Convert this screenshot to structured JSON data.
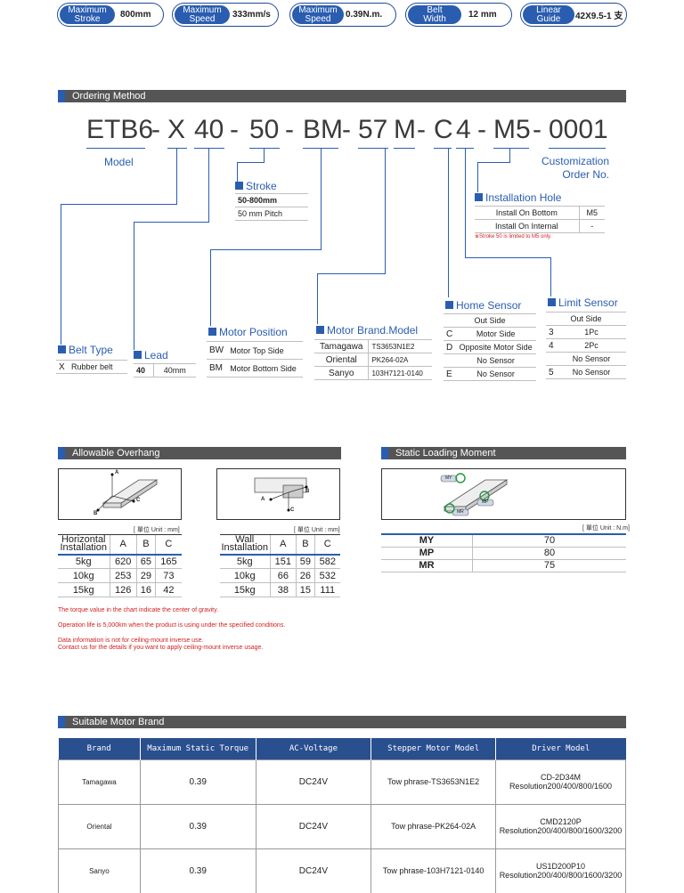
{
  "specs": [
    {
      "key_line1": "Maximum",
      "key_line2": "Stroke",
      "value": "800mm"
    },
    {
      "key_line1": "Maximum",
      "key_line2": "Speed",
      "value": "333mm/s"
    },
    {
      "key_line1": "Maximum",
      "key_line2": "Speed",
      "value": "0.39N.m."
    },
    {
      "key_line1": "Belt",
      "key_line2": "Width",
      "value": "12  mm"
    },
    {
      "key_line1": "Linear",
      "key_line2": "Guide",
      "value": "42X9.5-1 支"
    }
  ],
  "ordering": {
    "header": "Ordering Method",
    "code": [
      "ETB6",
      "-",
      "X",
      "40",
      "-",
      "50",
      "-",
      "BM",
      "-",
      "57",
      "M",
      "-",
      "C",
      "4",
      "-",
      "M5",
      "-",
      "0001"
    ],
    "model_label": "Model",
    "customization_line1": "Customization",
    "customization_line2": "Order No.",
    "stroke": {
      "title": "Stroke",
      "row1": "50-800mm",
      "row2": "50 mm Pitch"
    },
    "installation_hole": {
      "title": "Installation Hole",
      "rows": [
        [
          "Install On Bottom",
          "M5"
        ],
        [
          "Install On Internal",
          "-"
        ]
      ],
      "note": "※Stroke 50 is limited to M5 only."
    },
    "belt_type": {
      "title": "Belt Type",
      "code": "X",
      "desc": "Rubber belt"
    },
    "lead": {
      "title": "Lead",
      "code": "40",
      "desc": "40mm"
    },
    "motor_position": {
      "title": "Motor Position",
      "rows": [
        [
          "BW",
          "Motor Top Side"
        ],
        [
          "BM",
          "Motor Bottom Side"
        ]
      ]
    },
    "motor_brand": {
      "title_a": "Motor Brand",
      "title_b": "Model",
      "rows": [
        [
          "Tamagawa",
          "TS3653N1E2"
        ],
        [
          "Oriental",
          "PK264-02A"
        ],
        [
          "Sanyo",
          "103H7121-0140"
        ]
      ]
    },
    "home_sensor": {
      "title": "Home Sensor",
      "header": "Out Side",
      "rows": [
        [
          "C",
          "Motor Side"
        ],
        [
          "D",
          "Opposite Motor Side"
        ],
        [
          "",
          "No Sensor"
        ],
        [
          "E",
          "No Sensor"
        ]
      ]
    },
    "limit_sensor": {
      "title": "Limit Sensor",
      "header": "Out Side",
      "rows": [
        [
          "3",
          "1Pc"
        ],
        [
          "4",
          "2Pc"
        ],
        [
          "",
          "No Sensor"
        ],
        [
          "5",
          "No Sensor"
        ]
      ]
    }
  },
  "overhang": {
    "header": "Allowable Overhang",
    "unit": "[ 單位 Unit : mm]",
    "axis_a": "A",
    "axis_b": "B",
    "axis_c": "C",
    "horizontal": {
      "head_line1": "Horizontal",
      "head_line2": "Installation",
      "cols": [
        "A",
        "B",
        "C"
      ],
      "rows": [
        [
          "5kg",
          "620",
          "65",
          "165"
        ],
        [
          "10kg",
          "253",
          "29",
          "73"
        ],
        [
          "15kg",
          "126",
          "16",
          "42"
        ]
      ]
    },
    "wall": {
      "head_line1": "Wall",
      "head_line2": "Installation",
      "cols": [
        "A",
        "B",
        "C"
      ],
      "rows": [
        [
          "5kg",
          "151",
          "59",
          "582"
        ],
        [
          "10kg",
          "66",
          "26",
          "532"
        ],
        [
          "15kg",
          "38",
          "15",
          "111"
        ]
      ]
    },
    "notes": [
      "The torque value in the chart indicate the center of gravity.",
      "Operation life is 5,000km when the product is using under the specified conditions.",
      "Data information is not for ceiling-mount inverse use.",
      "Contact us for the details if you want to apply ceiling-mount inverse usage."
    ]
  },
  "static_moment": {
    "header": "Static Loading Moment",
    "unit": "[ 單位 Unit : N.m]",
    "diagram_labels": {
      "my": "MY",
      "mp": "MP",
      "mr": "MR"
    },
    "rows": [
      [
        "MY",
        "70"
      ],
      [
        "MP",
        "80"
      ],
      [
        "MR",
        "75"
      ]
    ]
  },
  "motor_brand_table": {
    "header": "Suitable Motor Brand",
    "columns": [
      "Brand",
      "Maximum Static Torque",
      "AC-Voltage",
      "Stepper Motor Model",
      "Driver Model"
    ],
    "rows": [
      {
        "brand": "Tamagawa",
        "torque": "0.39",
        "voltage": "DC24V",
        "stepper": "Tow phrase-TS3653N1E2",
        "driver_a": "CD-2D34M",
        "driver_b": "Resolution200/400/800/1600"
      },
      {
        "brand": "Oriental",
        "torque": "0.39",
        "voltage": "DC24V",
        "stepper": "Tow phrase-PK264-02A",
        "driver_a": "CMD2120P",
        "driver_b": "Resolution200/400/800/1600/3200"
      },
      {
        "brand": "Sanyo",
        "torque": "0.39",
        "voltage": "DC24V",
        "stepper": "Tow phrase-103H7121-0140",
        "driver_a": "US1D200P10",
        "driver_b": "Resolution200/400/800/1600/3200"
      }
    ]
  },
  "colors": {
    "accent": "#2a5db0",
    "header_gray": "#555555",
    "table_head": "#2a4f8f",
    "note_red": "#d12020"
  }
}
